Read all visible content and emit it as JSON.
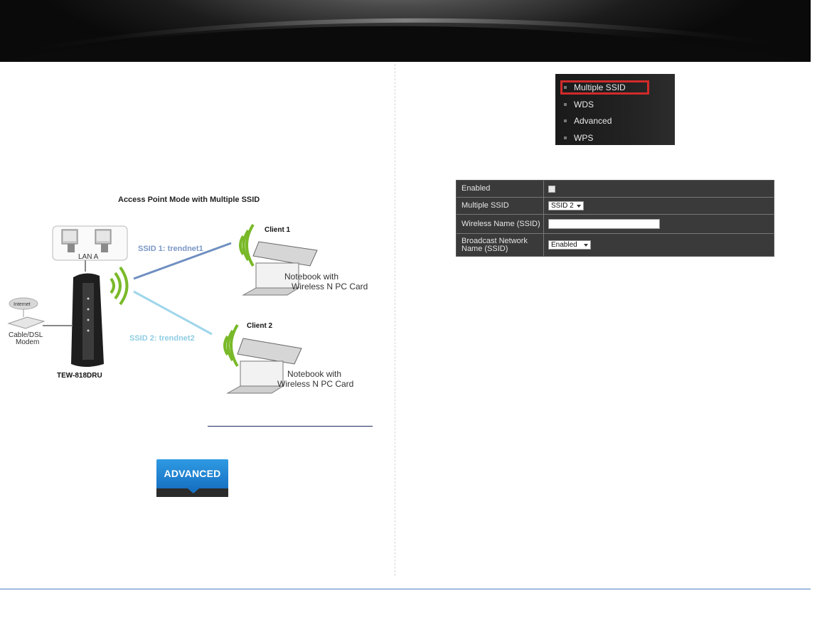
{
  "diagram": {
    "title": "Access Point Mode with Multiple SSID",
    "lan_label": "LAN A",
    "ssid1_label": "SSID 1: trendnet1",
    "ssid2_label": "SSID 2: trendnet2",
    "client1_label": "Client 1",
    "client2_label": "Client 2",
    "notebook_line1": "Notebook with",
    "notebook_line2": "Wireless N PC Card",
    "internet_label": "Internet",
    "modem_line1": "Cable/DSL",
    "modem_line2": "Modem",
    "router_label": "TEW-818DRU",
    "colors": {
      "ssid1": "#7a97c6",
      "ssid2": "#8fcde3",
      "wifi": "#79b928"
    }
  },
  "advanced_button": {
    "label": "ADVANCED"
  },
  "menu": {
    "items": [
      "Multiple SSID",
      "WDS",
      "Advanced",
      "WPS"
    ],
    "highlighted": "Multiple SSID"
  },
  "settings": {
    "enabled_label": "Enabled",
    "multiple_ssid_label": "Multiple SSID",
    "multiple_ssid_value": "SSID 2",
    "wireless_name_label": "Wireless Name (SSID)",
    "wireless_name_value": "",
    "broadcast_label_line1": "Broadcast Network",
    "broadcast_label_line2": "Name (SSID)",
    "broadcast_value": "Enabled"
  }
}
